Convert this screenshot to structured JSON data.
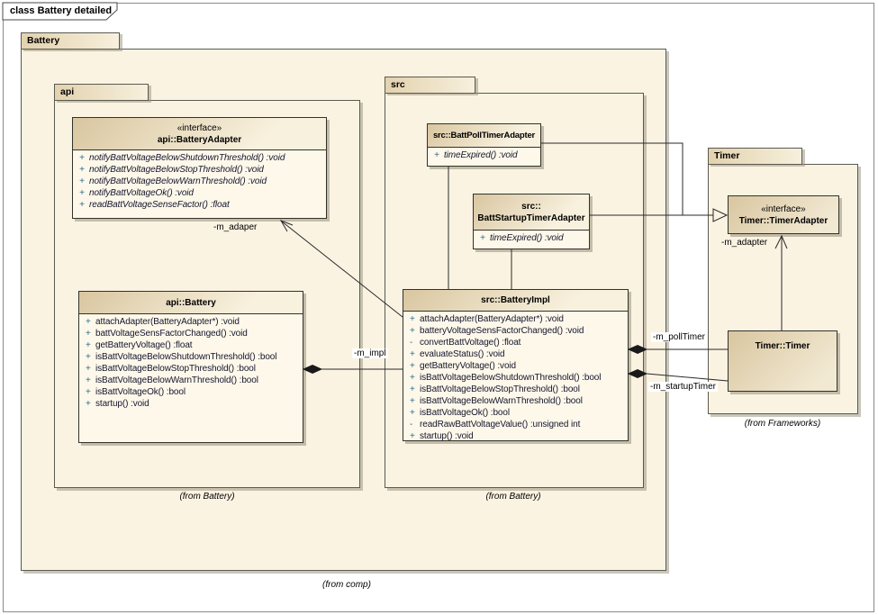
{
  "frame": {
    "title": "class Battery detailed"
  },
  "colors": {
    "package_fill": "#fbf3e2",
    "class_body_fill": "#fdf8ea",
    "gradient_dark": "#d9c6a0",
    "gradient_light": "#f8f1de",
    "border": "#32322b",
    "line": "#2a2a2a",
    "visibility_mark": "#2f6d8d"
  },
  "packages": {
    "battery": {
      "name": "Battery",
      "from": "(from comp)"
    },
    "api": {
      "name": "api",
      "from": "(from Battery)"
    },
    "src": {
      "name": "src",
      "from": "(from Battery)"
    },
    "timer": {
      "name": "Timer",
      "from": "(from Frameworks)"
    }
  },
  "classes": {
    "battery_adapter": {
      "stereotype": "«interface»",
      "name": "api::BatteryAdapter",
      "methods": [
        {
          "v": "+",
          "s": "notifyBattVoltageBelowShutdownThreshold()  :void"
        },
        {
          "v": "+",
          "s": "notifyBattVoltageBelowStopThreshold()  :void"
        },
        {
          "v": "+",
          "s": "notifyBattVoltageBelowWarnThreshold()  :void"
        },
        {
          "v": "+",
          "s": "notifyBattVoltageOk()  :void"
        },
        {
          "v": "+",
          "s": "readBattVoltageSenseFactor()  :float"
        }
      ]
    },
    "api_battery": {
      "name": "api::Battery",
      "methods": [
        {
          "v": "+",
          "s": "attachAdapter(BatteryAdapter*)  :void"
        },
        {
          "v": "+",
          "s": "battVoltageSensFactorChanged()  :void"
        },
        {
          "v": "+",
          "s": "getBatteryVoltage()  :float"
        },
        {
          "v": "+",
          "s": "isBattVoltageBelowShutdownThreshold()  :bool"
        },
        {
          "v": "+",
          "s": "isBattVoltageBelowStopThreshold()  :bool"
        },
        {
          "v": "+",
          "s": "isBattVoltageBelowWarnThreshold()  :bool"
        },
        {
          "v": "+",
          "s": "isBattVoltageOk()  :bool"
        },
        {
          "v": "+",
          "s": "startup()  :void"
        }
      ]
    },
    "poll_adapter": {
      "name": "src::BattPollTimerAdapter",
      "methods": [
        {
          "v": "+",
          "s": "timeExpired()  :void"
        }
      ]
    },
    "startup_adapter": {
      "name": "src::\nBattStartupTimerAdapter",
      "methods": [
        {
          "v": "+",
          "s": "timeExpired()  :void"
        }
      ]
    },
    "battery_impl": {
      "name": "src::BatteryImpl",
      "methods": [
        {
          "v": "+",
          "s": "attachAdapter(BatteryAdapter*)  :void"
        },
        {
          "v": "+",
          "s": "batteryVoltageSensFactorChanged()  :void"
        },
        {
          "v": "-",
          "s": "convertBattVoltage()  :float"
        },
        {
          "v": "+",
          "s": "evaluateStatus()  :void"
        },
        {
          "v": "+",
          "s": "getBatteryVoltage()  :void"
        },
        {
          "v": "+",
          "s": "isBattVoltageBelowShutdownThreshold()  :bool"
        },
        {
          "v": "+",
          "s": "isBattVoltageBelowStopThreshold()  :bool"
        },
        {
          "v": "+",
          "s": "isBattVoltageBelowWarnThreshold()  :bool"
        },
        {
          "v": "+",
          "s": "isBattVoltageOk()  :bool"
        },
        {
          "v": "-",
          "s": "readRawBattVoltageValue()  :unsigned int"
        },
        {
          "v": "+",
          "s": "startup()  :void"
        }
      ]
    },
    "timer_adapter": {
      "stereotype": "«interface»",
      "name": "Timer::TimerAdapter"
    },
    "timer_timer": {
      "name": "Timer::Timer"
    }
  },
  "connector_labels": {
    "m_adaper": "-m_adaper",
    "m_impl": "-m_impl",
    "m_poll_timer": "-m_pollTimer",
    "m_startup_timer": "-m_startupTimer",
    "m_adapter": "-m_adapter"
  }
}
